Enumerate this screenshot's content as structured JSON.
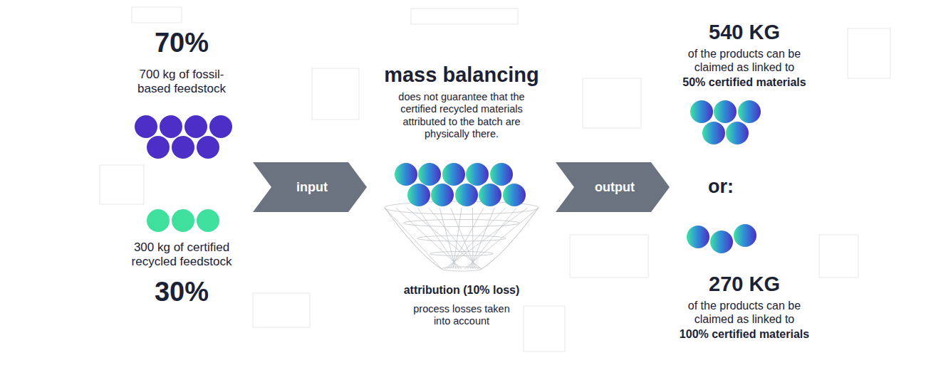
{
  "diagram": {
    "nodes": [
      {
        "text": [
          "input"
        ]
      },
      {
        "text": [
          "output"
        ]
      }
    ],
    "labels": [
      "70%",
      "700 kg of fossil-based feedstock",
      "300 kg of certified recycled feedstock",
      "30%",
      "mass balancing",
      "does not guarantee that the certified recycled materials attributed to the batch are physically there.",
      "attribution (10% loss)",
      "process losses taken into account",
      "540 KG",
      "of the products can be claimed as linked to",
      "50% certified materials",
      "or:",
      "270 KG",
      "of the products can be claimed as linked to",
      "100% certified materials"
    ]
  }
}
